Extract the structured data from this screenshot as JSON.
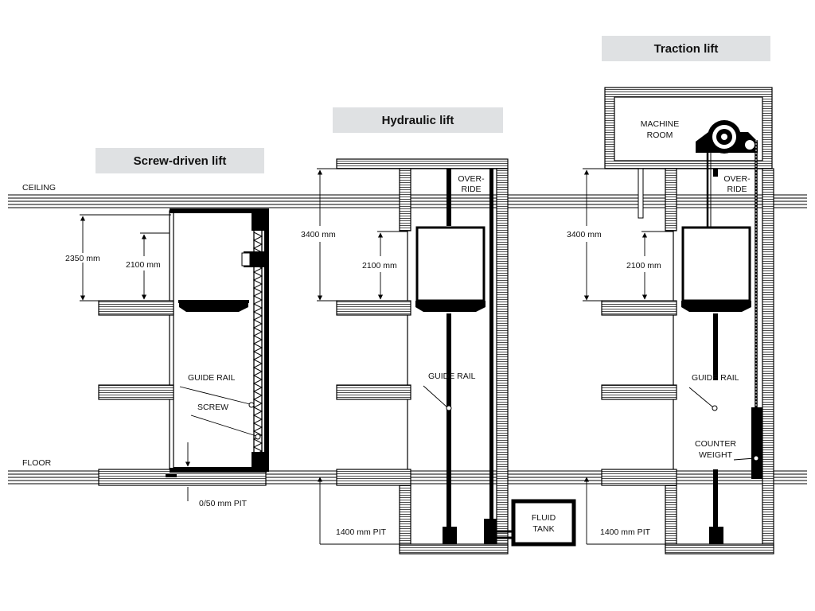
{
  "titles": {
    "screw": "Screw-driven lift",
    "hydraulic": "Hydraulic lift",
    "traction": "Traction lift"
  },
  "levels": {
    "ceiling": "CEILING",
    "floor": "FLOOR"
  },
  "screw": {
    "dim_outer": "2350 mm",
    "dim_car": "2100 mm",
    "guide_rail": "GUIDE RAIL",
    "screw_label": "SCREW",
    "pit": "0/50 mm  PIT"
  },
  "hydraulic": {
    "dim_outer": "3400 mm",
    "dim_car": "2100 mm",
    "override_1": "OVER-",
    "override_2": "RIDE",
    "guide_rail": "GUIDE RAIL",
    "pit": "1400 mm PIT",
    "tank_1": "FLUID",
    "tank_2": "TANK"
  },
  "traction": {
    "dim_outer": "3400 mm",
    "dim_car": "2100 mm",
    "machine_1": "MACHINE",
    "machine_2": "ROOM",
    "override_1": "OVER-",
    "override_2": "RIDE",
    "guide_rail": "GUIDE RAIL",
    "counter_1": "COUNTER",
    "counter_2": "WEIGHT",
    "pit": "1400 mm PIT"
  }
}
